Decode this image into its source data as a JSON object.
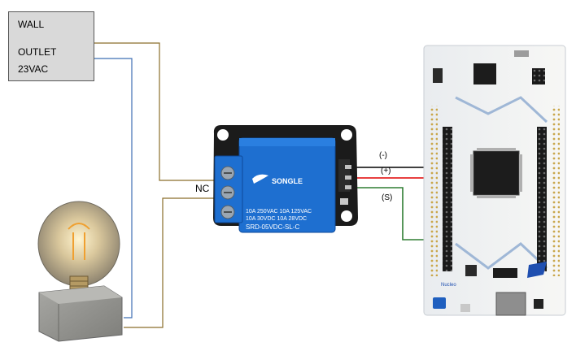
{
  "outlet": {
    "line1": "WALL",
    "line2": "OUTLET",
    "line3": "23VAC"
  },
  "labels": {
    "nc": "NC",
    "minus": "(-)",
    "plus": "(+)",
    "signal": "(S)"
  },
  "relay": {
    "brand": "SONGLE",
    "spec_row1": "10A 250VAC  10A 125VAC",
    "spec_row2": "10A  30VDC  10A  28VDC",
    "model": "SRD-05VDC-SL-C"
  },
  "board": {
    "name": "Nucleo"
  },
  "colors": {
    "wire_brown": "#8a6d2a",
    "wire_blue": "#3f6fb5",
    "wire_black": "#000000",
    "wire_red": "#e00000",
    "wire_green": "#2e7d32",
    "relay_blue": "#1e6fd0",
    "board_white": "#f4f4f2"
  }
}
